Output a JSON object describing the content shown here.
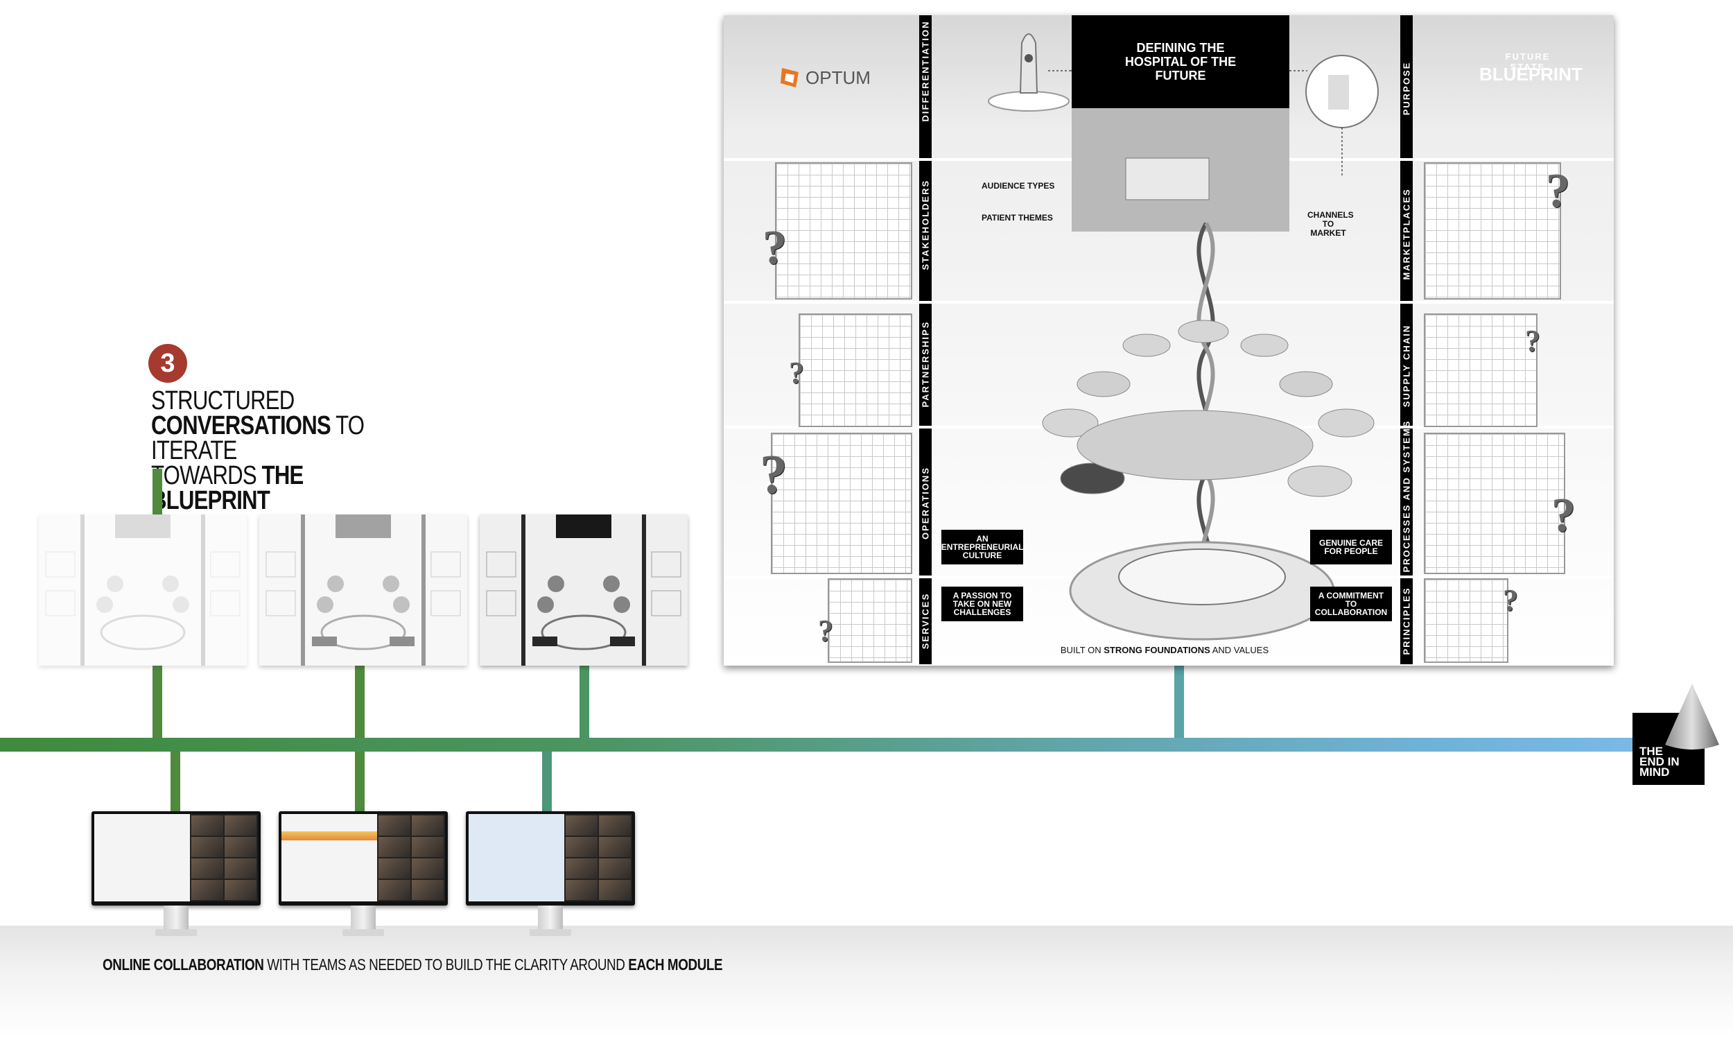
{
  "step": {
    "number": "3",
    "title_line1": "STRUCTURED",
    "title_line2_bold": "CONVERSATIONS",
    "title_line2_rest": " TO ITERATE",
    "title_line3_rest": "TOWARDS ",
    "title_line3_bold": "THE BLUEPRINT"
  },
  "blueprint": {
    "brand": "OPTUM",
    "header_title": "DEFINING THE HOSPITAL OF THE FUTURE",
    "future_state_label": "FUTURE STATE",
    "future_state_title": "BLUEPRINT",
    "left_bands": [
      "DIFFERENTIATION",
      "STAKEHOLDERS",
      "PARTNERSHIPS",
      "OPERATIONS",
      "SERVICES"
    ],
    "right_bands": [
      "PURPOSE",
      "MARKETPLACES",
      "SUPPLY CHAIN",
      "PROCESSES AND SYSTEMS",
      "PRINCIPLES"
    ],
    "audience_types": "AUDIENCE TYPES",
    "patient_themes": "PATIENT THEMES",
    "channels_to_market": "CHANNELS TO MARKET",
    "culture": "AN ENTREPRENEURIAL CULTURE",
    "genuine_care": "GENUINE CARE FOR PEOPLE",
    "passion": "A PASSION TO TAKE ON NEW CHALLENGES",
    "collaboration": "A COMMITMENT TO COLLABORATION",
    "foundations_prefix": "BUILT ON ",
    "foundations_bold": "STRONG FOUNDATIONS",
    "foundations_suffix": " AND VALUES"
  },
  "bottom_caption": {
    "bold1": "ONLINE COLLABORATION",
    "middle": " WITH TEAMS AS NEEDED TO BUILD THE CLARITY AROUND ",
    "bold2": "EACH MODULE"
  },
  "end_logo": {
    "line1": "THE",
    "line2": "END IN",
    "line3": "MIND"
  },
  "colors": {
    "step_red": "#a63a2e",
    "line_green": "#4f8a3d",
    "line_teal": "#5fa3a0",
    "line_blue": "#7bbbe9"
  }
}
